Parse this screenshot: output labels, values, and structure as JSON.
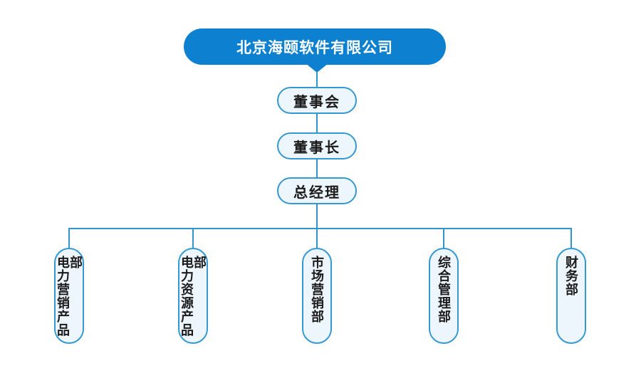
{
  "root": {
    "label": "北京海颐软件有限公司"
  },
  "levels": [
    {
      "label": "董事会"
    },
    {
      "label": "董事长"
    },
    {
      "label": "总经理"
    }
  ],
  "departments": [
    {
      "label": "电力营销产品部"
    },
    {
      "label": "电力资源产品部"
    },
    {
      "label": "市场营销部"
    },
    {
      "label": "综合管理部"
    },
    {
      "label": "财务部"
    }
  ],
  "colors": {
    "brand-blue": "#0d81cf",
    "node-border": "#3598d2",
    "node-fill": "#edf6fc",
    "line": "#3094cc",
    "text-dark": "#1b1b1b",
    "text-light": "#ffffff"
  }
}
